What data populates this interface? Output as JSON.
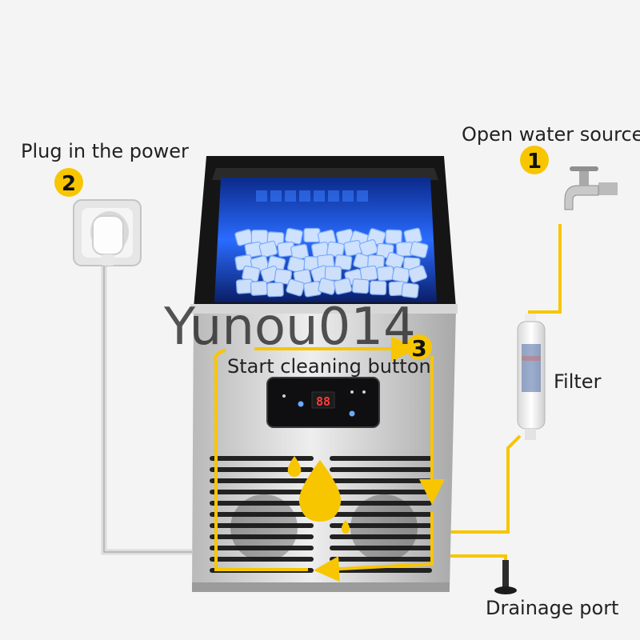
{
  "labels": {
    "water_source": "Open water source",
    "power": "Plug in the power",
    "cleaning": "Start cleaning button",
    "filter": "Filter",
    "drain": "Drainage port"
  },
  "steps": {
    "one": "1",
    "two": "2",
    "three": "3"
  },
  "display": {
    "digits": "88"
  },
  "watermark": "Yunou014",
  "colors": {
    "accent": "#f7c600",
    "ice_blue": "#2a7bff",
    "steel": "#c8c8c8",
    "water_drop": "#f7c600"
  },
  "icons": [
    "water-tap-icon",
    "power-socket-icon",
    "water-filter-icon",
    "water-drop-icon",
    "drain-port-icon"
  ]
}
